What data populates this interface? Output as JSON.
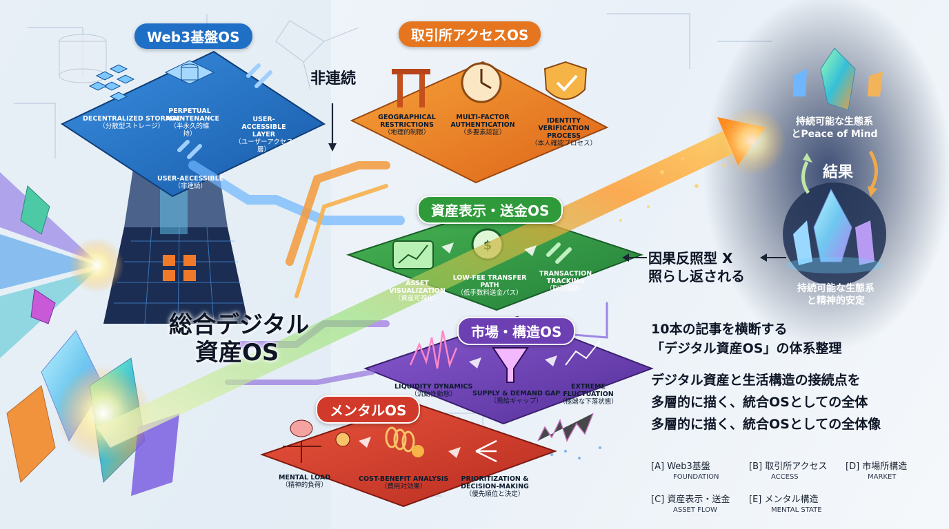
{
  "layers": {
    "web3": {
      "title": "Web3基盤OS",
      "items": [
        {
          "en": "DECENTRALIZED STORAGE",
          "jp": "（分散型ストレージ）"
        },
        {
          "en": "PERPETUAL MAINTENANCE",
          "jp": "（半永久的維持）"
        },
        {
          "en": "USER-ACCESSIBLE LAYER",
          "jp": "（ユーザーアクセス層）"
        },
        {
          "en": "USER-AECESSIBLE",
          "jp": "（非連続）"
        }
      ]
    },
    "exchange": {
      "title": "取引所アクセスOS",
      "items": [
        {
          "en": "GEOGRAPHICAL RESTRICTIONS",
          "jp": "（地理的制限）"
        },
        {
          "en": "MULTI-FACTOR AUTHENTICATION",
          "jp": "（多要素認証）"
        },
        {
          "en": "IDENTITY VERIFICATION PROCESS",
          "jp": "（本人確認プロセス）"
        }
      ]
    },
    "asset": {
      "title": "資産表示・送金OS",
      "items": [
        {
          "en": "ASSET VISUALIZATION",
          "jp": "（資産可視化）"
        },
        {
          "en": "LOW-FEE TRANSFER PATH",
          "jp": "（低手数料送金パス）"
        },
        {
          "en": "TRANSACTION TRACKING",
          "jp": "（取引追跡）"
        }
      ]
    },
    "market": {
      "title": "市場・構造OS",
      "items": [
        {
          "en": "LIQUIDITY DYNAMICS",
          "jp": "（流動性動態）"
        },
        {
          "en": "SUPPLY & DEMAND GAP",
          "jp": "（需給ギャップ）"
        },
        {
          "en": "EXTREME FLUCTUATION",
          "jp": "（極端な下落状態）"
        }
      ]
    },
    "mental": {
      "title": "メンタルOS",
      "items": [
        {
          "en": "MENTAL LOAD",
          "jp": "（精神的負荷）"
        },
        {
          "en": "COST-BENEFIT ANALYSIS",
          "jp": "（費用対効果）"
        },
        {
          "en": "PRIORITIZATION & DECISION-MAKING",
          "jp": "（優先順位と決定）"
        }
      ]
    }
  },
  "labels": {
    "discontinuous": "非連続",
    "core_line1": "総合デジタル",
    "core_line2": "資産OS",
    "outcome_top_line1": "持続可能な生態系",
    "outcome_top_line2": "とPeace of Mind",
    "outcome_center": "結果",
    "outcome_bottom_line1": "持続可能な生態系",
    "outcome_bottom_line2": "と精神的安定",
    "feedback_line1": "因果反照型 X",
    "feedback_line2": "照らし返される"
  },
  "summary": {
    "line1": "10本の記事を横断する",
    "line2": "「デジタル資産OS」の体系整理",
    "line3": "デジタル資産と生活構造の接続点を",
    "line4": "多層的に描く、統合OSとしての全体",
    "line5": "多層的に描く、統合OSとしての全体像"
  },
  "legend": [
    {
      "key": "[A]",
      "label": "Web3基盤",
      "sub": "FOUNDATION"
    },
    {
      "key": "[B]",
      "label": "取引所アクセス",
      "sub": "ACCESS"
    },
    {
      "key": "[D]",
      "label": "市場所構造",
      "sub": "MARKET"
    },
    {
      "key": "[C]",
      "label": "資産表示・送金",
      "sub": "ASSET FLOW"
    },
    {
      "key": "[E]",
      "label": "メンタル構造",
      "sub": "MENTAL STATE"
    }
  ],
  "colors": {
    "web3": "#1f6fc6",
    "exchange": "#e5761f",
    "asset": "#2f9a3a",
    "market": "#6c3fb3",
    "mental": "#d13a2a",
    "arrow": "#ff8a1e"
  }
}
